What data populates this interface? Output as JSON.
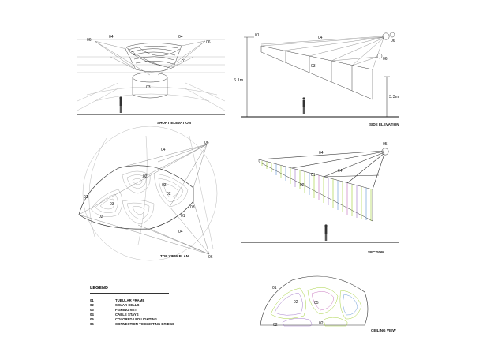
{
  "views": {
    "short_elevation": {
      "title": "SHORT ELEVATION",
      "tags": {
        "a": "06",
        "b": "04",
        "c": "04",
        "d": "06",
        "e": "01",
        "f": "03"
      }
    },
    "side_elevation": {
      "title": "SIDE ELEVATION",
      "tags": {
        "a": "01",
        "b": "04",
        "c": "06",
        "d": "03",
        "e": "06"
      },
      "dims": {
        "high": "6.1m",
        "low": "3.3m"
      }
    },
    "top_view_plan": {
      "title": "TOP VIEW PLAN",
      "tags": {
        "a": "04",
        "b": "06",
        "c": "01",
        "d": "02",
        "e": "03",
        "f": "02",
        "g": "03",
        "h": "02",
        "i": "01",
        "j": "04",
        "k": "06",
        "l": "03"
      }
    },
    "section": {
      "title": "SECTION",
      "tags": {
        "a": "04",
        "b": "05",
        "c": "01",
        "d": "04",
        "e": "02"
      }
    },
    "ceiling_view": {
      "title": "CEILING VIEW",
      "tags": {
        "a": "01",
        "b": "02",
        "c": "05",
        "d": "02",
        "e": "02"
      }
    }
  },
  "legend": {
    "title": "LEGEND",
    "items": [
      {
        "num": "01",
        "label": "TUBULAR FRAME"
      },
      {
        "num": "02",
        "label": "SOLAR CELLS"
      },
      {
        "num": "03",
        "label": "FISHING NET"
      },
      {
        "num": "04",
        "label": "CABLE STAYS"
      },
      {
        "num": "05",
        "label": "COLORED LED LIGHTING"
      },
      {
        "num": "06",
        "label": "CONNECTION TO EXISTING BRIDGE"
      }
    ]
  },
  "colors": {
    "line": "#333333",
    "light_line": "#9a9a9a",
    "led_green": "#9ccc2a",
    "led_blue": "#5a8fd0",
    "led_purple": "#9b6fc4",
    "led_magenta": "#c268b8"
  }
}
